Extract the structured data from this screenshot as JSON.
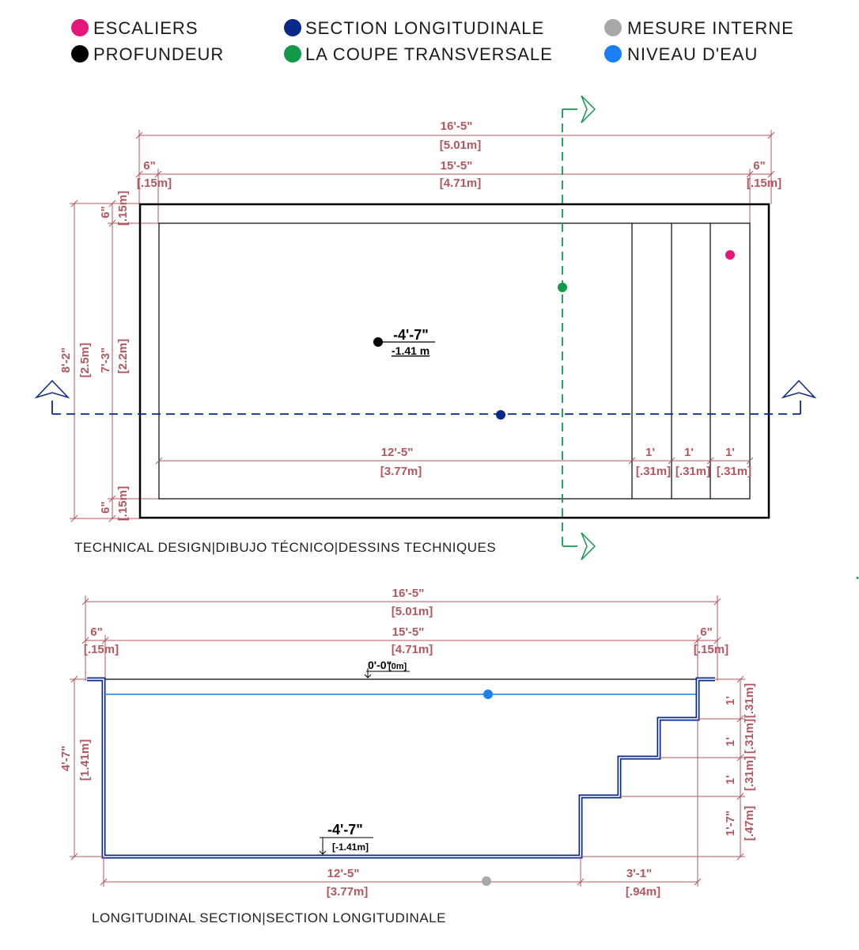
{
  "legend": [
    {
      "label": "ESCALIERS",
      "color": "#e6157a"
    },
    {
      "label": "SECTION LONGITUDINALE",
      "color": "#0a2a8a"
    },
    {
      "label": "MESURE INTERNE",
      "color": "#a8a8a8"
    },
    {
      "label": "PROFUNDEUR",
      "color": "#000000"
    },
    {
      "label": "LA COUPE TRANSVERSALE",
      "color": "#109a4a"
    },
    {
      "label": "NIVEAU D'EAU",
      "color": "#1a7ff0"
    }
  ],
  "plan": {
    "caption": "TECHNICAL DESIGN|DIBUJO TÉCNICO|DESSINS TECHNIQUES",
    "overall_length": {
      "ft": "16'-5\"",
      "m": "[5.01m]"
    },
    "inner_length": {
      "ft": "15'-5\"",
      "m": "[4.71m]"
    },
    "left_wall": {
      "ft": "6\"",
      "m": "[.15m]"
    },
    "right_wall": {
      "ft": "6\"",
      "m": "[.15m]"
    },
    "overall_width": {
      "ft": "8'-2\"",
      "m": "[2.5m]"
    },
    "inner_width": {
      "ft": "7'-3\"",
      "m": "[2.2m]"
    },
    "top_wall": {
      "ft": "6\"",
      "m": "[.15m]"
    },
    "bottom_wall": {
      "ft": "6\"",
      "m": "[.15m]"
    },
    "depth": {
      "ft": "-4'-7\"",
      "m": "-1.41 m"
    },
    "floor_length": {
      "ft": "12'-5\"",
      "m": "[3.77m]"
    },
    "steps": [
      {
        "ft": "1'",
        "m": "[.31m]"
      },
      {
        "ft": "1'",
        "m": "[.31m]"
      },
      {
        "ft": "1'",
        "m": "[.31m]"
      }
    ]
  },
  "section": {
    "caption": "LONGITUDINAL SECTION|SECTION LONGITUDINALE",
    "overall_length": {
      "ft": "16'-5\"",
      "m": "[5.01m]"
    },
    "inner_length": {
      "ft": "15'-5\"",
      "m": "[4.71m]"
    },
    "left_wall": {
      "ft": "6\"",
      "m": "[.15m]"
    },
    "right_wall": {
      "ft": "6\"",
      "m": "[.15m]"
    },
    "top_level": {
      "ft": "0'-0\"",
      "m": "[0m]"
    },
    "depth": {
      "ft": "-4'-7\"",
      "m": "[-1.41m]"
    },
    "total_depth": {
      "ft": "4'-7\"",
      "m": "[1.41m]"
    },
    "floor_length": {
      "ft": "12'-5\"",
      "m": "[3.77m]"
    },
    "stair_length": {
      "ft": "3'-1\"",
      "m": "[.94m]"
    },
    "risers": [
      {
        "ft": "1'",
        "m": "[.31m]"
      },
      {
        "ft": "1'",
        "m": "[.31m]"
      },
      {
        "ft": "1'",
        "m": "[.31m]"
      },
      {
        "ft": "1'-7\"",
        "m": "[.47m]"
      }
    ]
  }
}
